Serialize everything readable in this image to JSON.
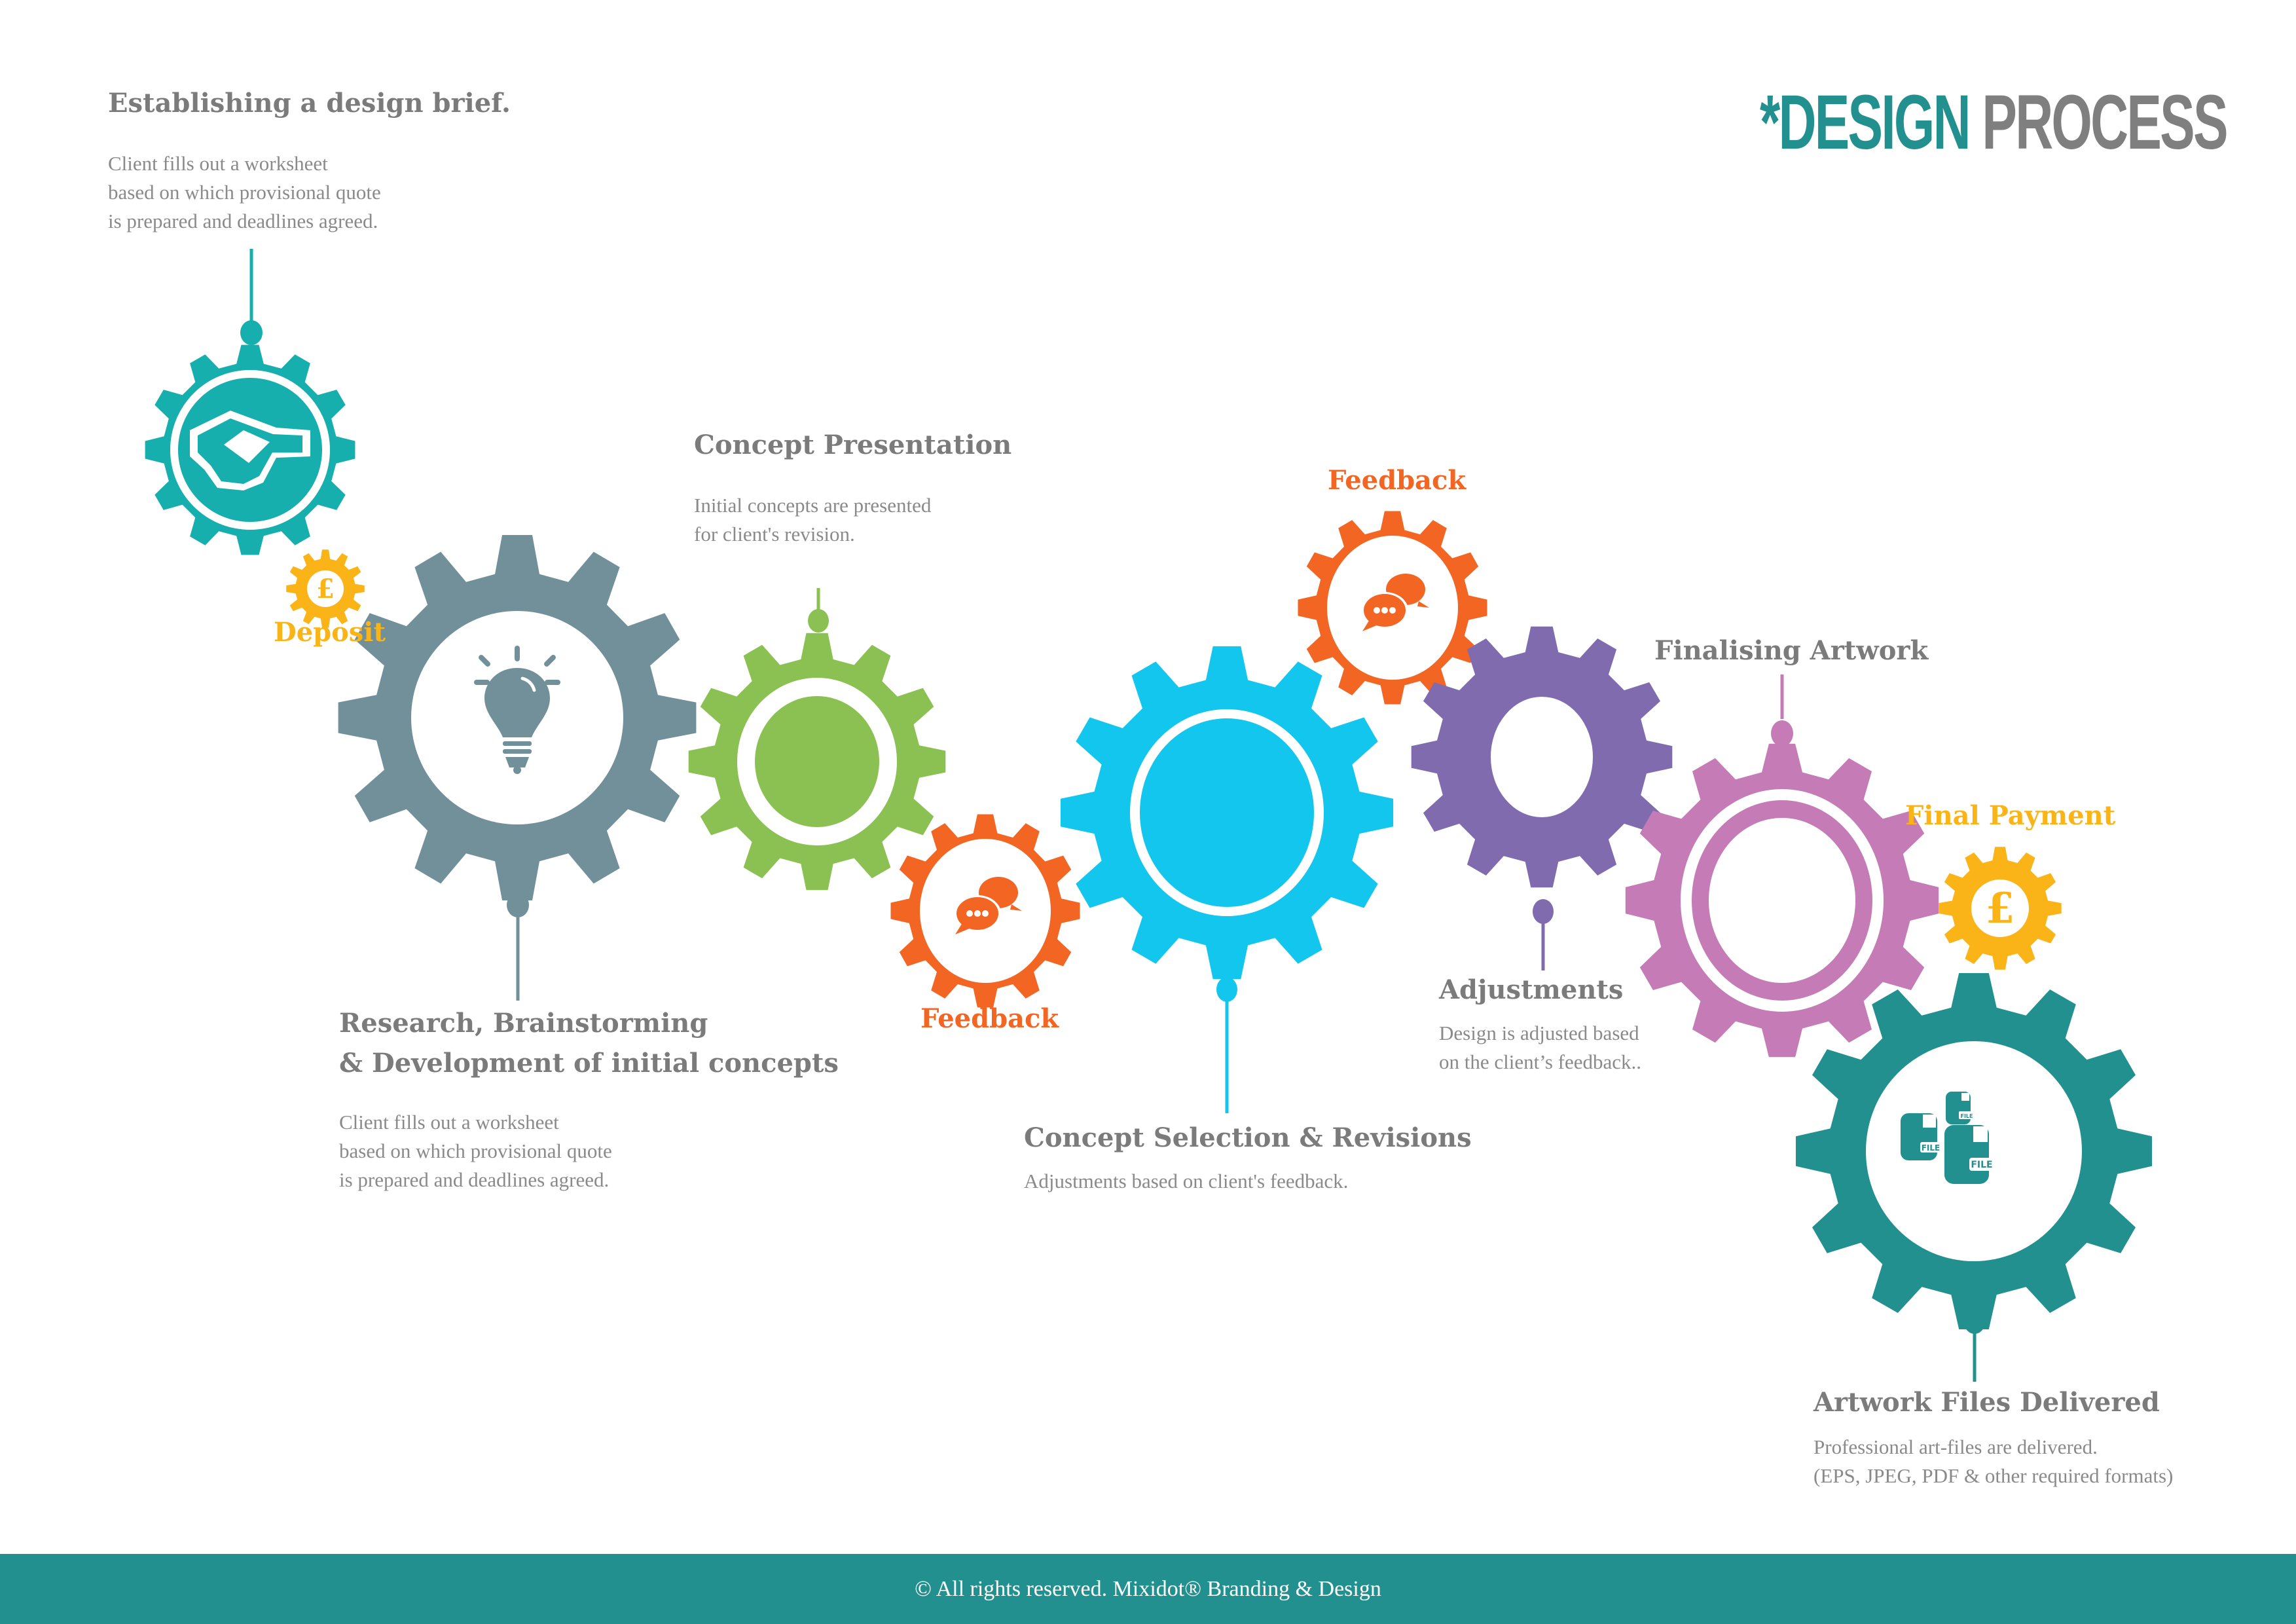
{
  "header": {
    "title_accent": "*DESIGN",
    "title_rest": " PROCESS"
  },
  "colors": {
    "teal_brief": "#17aeae",
    "grey_research": "#72909a",
    "green_presentation": "#8bc152",
    "orange_feedback": "#f26522",
    "cyan_selection": "#12c6ee",
    "purple_adjustments": "#7f6bae",
    "pink_finalising": "#c57bb5",
    "gold_payment": "#fbb418",
    "dark_teal_delivery": "#22908e",
    "heading_grey": "#7b7b7b",
    "footer_bg": "#22908e"
  },
  "steps": [
    {
      "id": "brief",
      "heading": "Establishing a design brief.",
      "lines": [
        "Client fills out a worksheet",
        "based on which provisional quote",
        "is prepared and deadlines agreed."
      ],
      "icon": "handshake-icon"
    },
    {
      "id": "deposit",
      "label": "Deposit",
      "icon": "pound-icon"
    },
    {
      "id": "research",
      "heading_line1": "Research, Brainstorming",
      "heading_line2": "& Development of initial concepts",
      "lines": [
        "Client fills out a worksheet",
        "based on which provisional quote",
        "is prepared and deadlines agreed."
      ],
      "icon": "lightbulb-icon"
    },
    {
      "id": "presentation",
      "heading": "Concept Presentation",
      "lines": [
        "Initial concepts are presented",
        "for client's revision."
      ]
    },
    {
      "id": "feedback1",
      "label": "Feedback",
      "icon": "chat-bubbles-icon"
    },
    {
      "id": "selection",
      "heading": "Concept Selection & Revisions",
      "lines": [
        "Adjustments based on client's feedback."
      ]
    },
    {
      "id": "feedback2",
      "label": "Feedback",
      "icon": "chat-bubbles-icon"
    },
    {
      "id": "adjustments",
      "heading": "Adjustments",
      "lines": [
        "Design is adjusted based",
        "on the client’s feedback.."
      ]
    },
    {
      "id": "finalising",
      "heading": "Finalising Artwork"
    },
    {
      "id": "final_payment",
      "label": "Final Payment",
      "icon": "pound-icon"
    },
    {
      "id": "delivery",
      "heading": "Artwork Files Delivered",
      "lines": [
        "Professional art-files are delivered.",
        "(EPS, JPEG, PDF & other required formats)"
      ],
      "icon": "files-icon",
      "file_tag": "FILE"
    }
  ],
  "footer": {
    "text": "© All rights reserved. Mixidot® Branding & Design"
  }
}
